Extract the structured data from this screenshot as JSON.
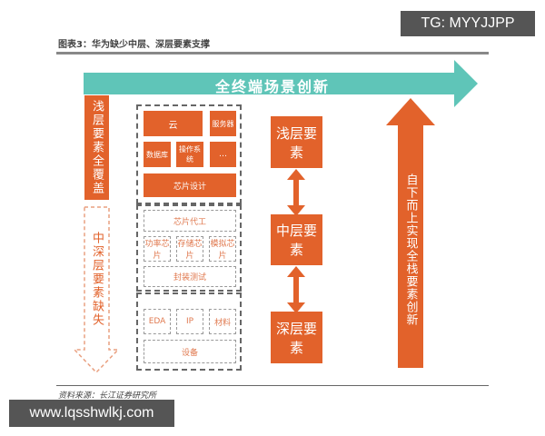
{
  "title": "图表3：华为缺少中层、深层要素支撑",
  "source": "资料来源：长江证券研究所",
  "top_arrow": "全终端场景创新",
  "left_top": "浅层要素全覆盖",
  "left_bottom": "中深层要素缺失",
  "shallow_items": [
    "云",
    "服务器",
    "数据库",
    "操作系统",
    "…",
    "芯片设计"
  ],
  "mid_items": [
    "芯片代工",
    "功率芯片",
    "存储芯片",
    "模拟芯片",
    "封装测试"
  ],
  "deep_items": [
    "EDA",
    "IP",
    "材料",
    "设备"
  ],
  "layers": [
    "浅层要素",
    "中层要素",
    "深层要素"
  ],
  "right_arrow": "自下而上实现全栈要素创新",
  "watermark_top": "TG: MYYJJPP",
  "watermark_bottom": "www.lqsshwlkj.com",
  "colors": {
    "accent": "#e2622b",
    "teal": "#5fc5b8"
  }
}
